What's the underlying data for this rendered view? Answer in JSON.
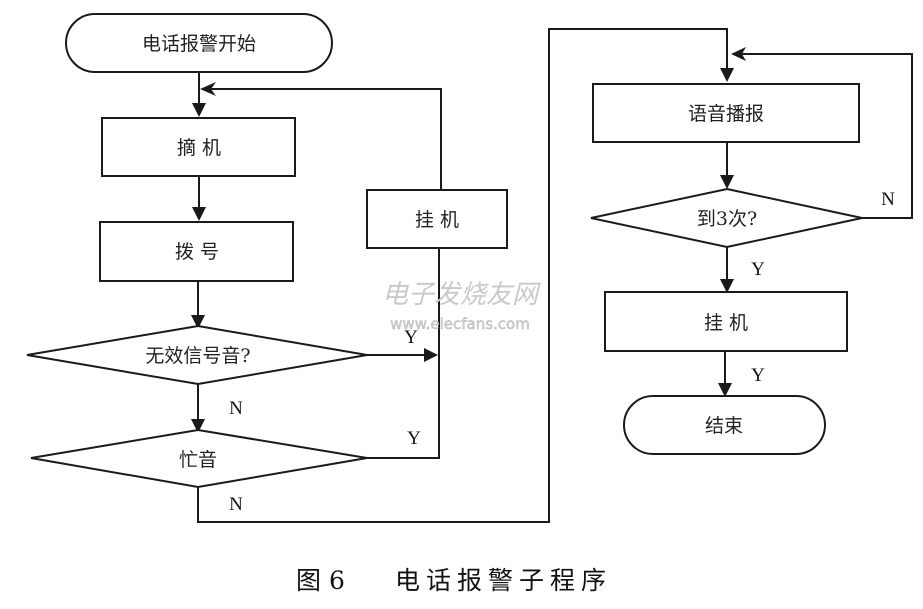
{
  "nodes": {
    "start": "电话报警开始",
    "offhook": "摘  机",
    "dial": "拨  号",
    "invalid_tone": "无效信号音?",
    "busy_tone": "忙音",
    "hangup_left": "挂  机",
    "voice_broadcast": "语音播报",
    "three_times": "到3次?",
    "hangup_right": "挂  机",
    "end": "结束"
  },
  "edge_labels": {
    "invalid_yes": "Y",
    "invalid_no": "N",
    "busy_yes": "Y",
    "busy_no": "N",
    "three_no": "N",
    "three_yes": "Y",
    "hangup_yes": "Y"
  },
  "watermark": {
    "site_name": "电子发烧友网",
    "url": "www.elecfans.com"
  },
  "caption": {
    "figure_number": "图 6",
    "title": "电话报警子程序"
  }
}
